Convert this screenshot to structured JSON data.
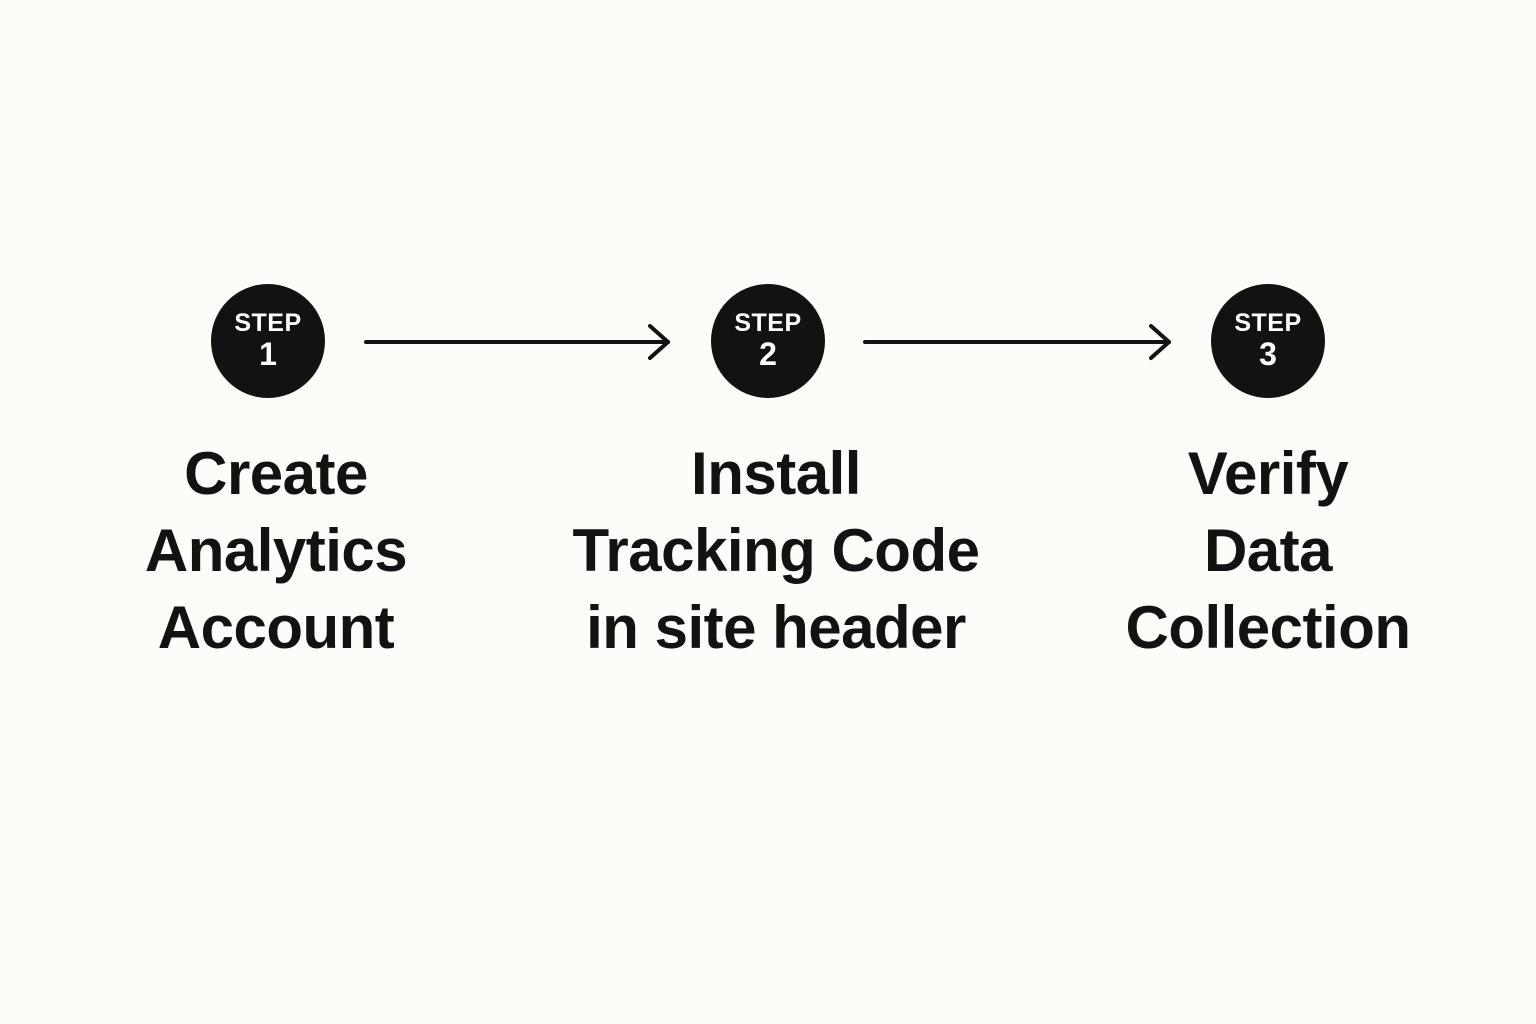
{
  "colors": {
    "background": "#fdfcf8",
    "badge": "#121212",
    "badge_text": "#ffffff",
    "text": "#121212",
    "arrow": "#121212"
  },
  "steps": [
    {
      "badge_word": "STEP",
      "badge_number": "1",
      "label_lines": [
        "Create",
        "Analytics",
        "Account"
      ]
    },
    {
      "badge_word": "STEP",
      "badge_number": "2",
      "label_lines": [
        "Install",
        "Tracking Code",
        "in site header"
      ]
    },
    {
      "badge_word": "STEP",
      "badge_number": "3",
      "label_lines": [
        "Verify",
        "Data",
        "Collection"
      ]
    }
  ],
  "connectors": [
    {
      "from": "step-1",
      "to": "step-2",
      "icon": "arrow-right-icon"
    },
    {
      "from": "step-2",
      "to": "step-3",
      "icon": "arrow-right-icon"
    }
  ]
}
